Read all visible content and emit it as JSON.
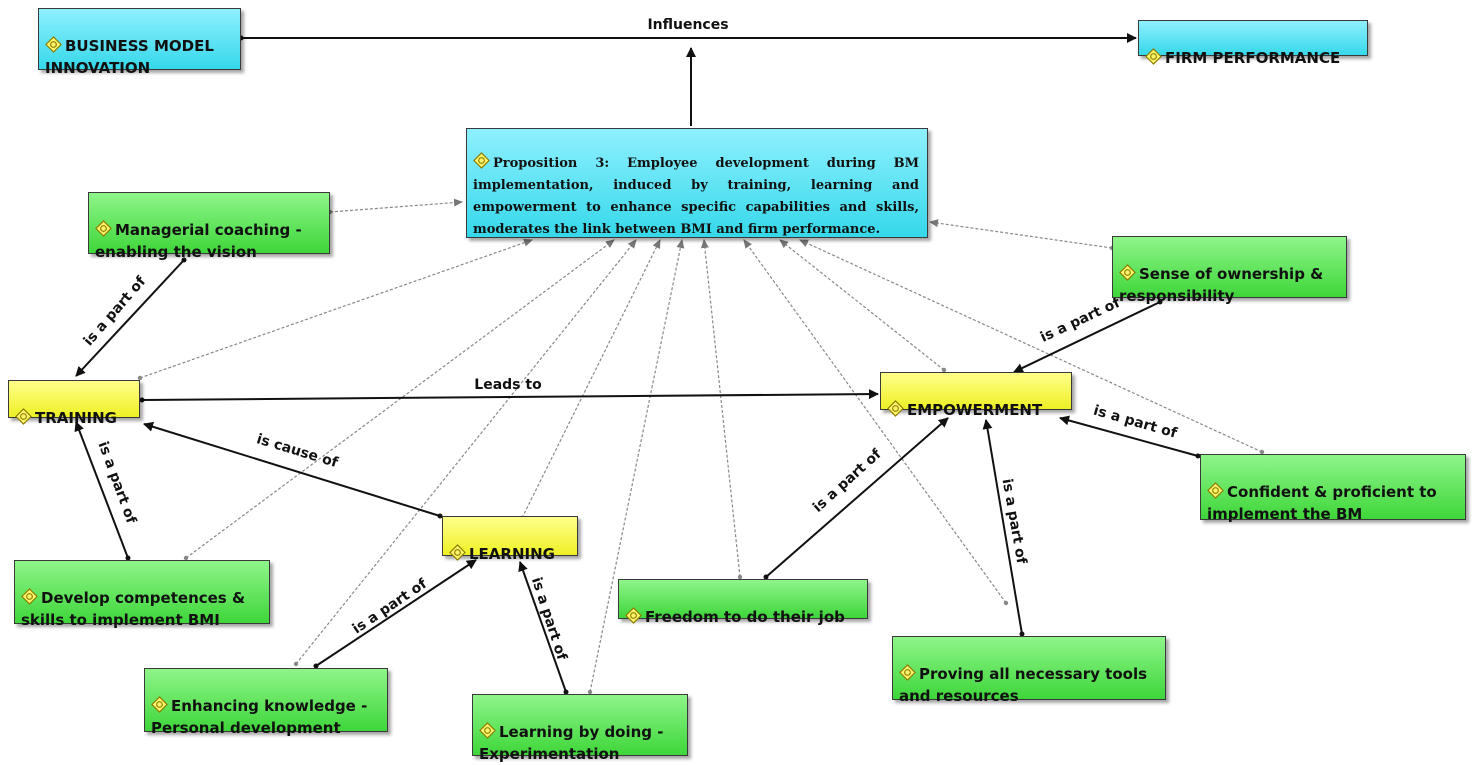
{
  "nodes": {
    "bmi": "BUSINESS MODEL\nINNOVATION",
    "firm_performance": "FIRM PERFORMANCE",
    "proposition": "Proposition 3: Employee development during BM implementation, induced by training, learning and empowerment to enhance specific capabilities and skills, moderates the link between BMI and firm performance.",
    "managerial_coaching": "Managerial coaching -\nenabling the vision",
    "sense_ownership": "Sense of ownership &\nresponsibility",
    "training": "TRAINING",
    "empowerment": "EMPOWERMENT",
    "learning": "LEARNING",
    "confident": "Confident & proficient to\nimplement the BM",
    "develop_competences": "Develop competences &\nskills to implement BMI",
    "freedom": "Freedom to do their job",
    "tools": "Proving all necessary tools\nand resources",
    "enhancing_knowledge": "Enhancing knowledge -\nPersonal development",
    "learning_by_doing": "Learning by doing -\nExperimentation"
  },
  "links": {
    "influences": "Influences",
    "leads_to": "Leads to",
    "is_cause_of": "is cause of",
    "part_coaching": "is a part of",
    "part_develop": "is a part of",
    "part_sense": "is a part of",
    "part_confident": "is a part of",
    "part_freedom": "is a part of",
    "part_tools": "is a part of",
    "part_enhancing": "is a part of",
    "part_doing": "is a part of"
  },
  "icon": "concept-icon",
  "colors": {
    "cyan": "#35d8ea",
    "yellow": "#eef024",
    "green": "#3fd63a"
  }
}
